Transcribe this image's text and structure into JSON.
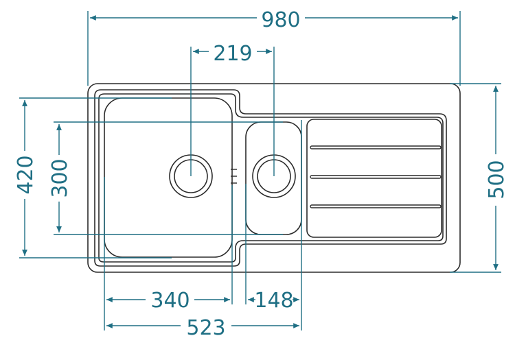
{
  "dimensions": {
    "overall_width": "980",
    "drain_spacing": "219",
    "bowl_outer_height": "420",
    "bowl_inner_height": "300",
    "overall_depth": "500",
    "main_bowl_width": "340",
    "small_bowl_width": "148",
    "bowls_total_width": "523"
  },
  "colors": {
    "dimension": "#1f6f84",
    "outline": "#2b2b2b",
    "background": "#ffffff"
  },
  "icons": {
    "main_drain": "drain-circle",
    "small_drain": "drain-circle"
  }
}
